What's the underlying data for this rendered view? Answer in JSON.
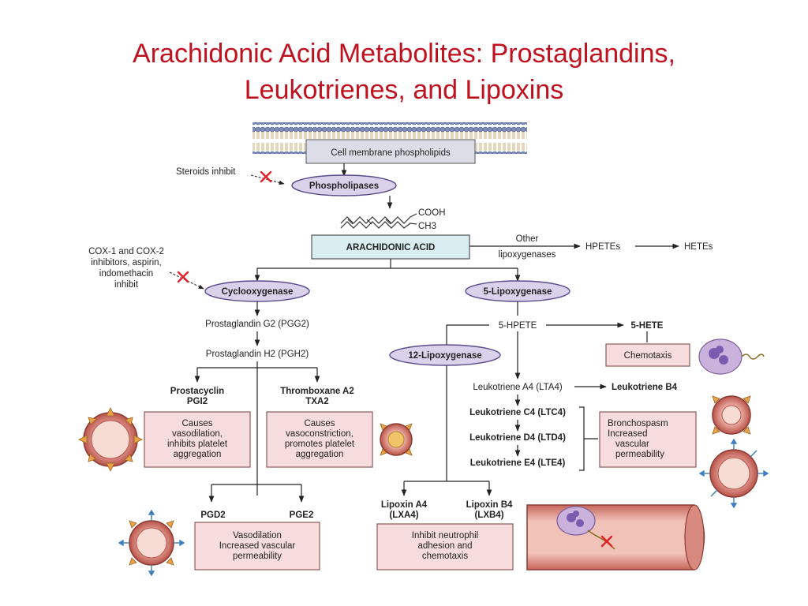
{
  "title": {
    "line1": "Arachidonic Acid Metabolites: Prostaglandins,",
    "line2": "Leukotrienes, and Lipoxins"
  },
  "diagram": {
    "membrane": "Cell membrane phospholipids",
    "steroids_inhibit": "Steroids inhibit",
    "phospholipases": "Phospholipases",
    "cooh": "COOH",
    "ch3": "CH3",
    "arachidonic_acid": "ARACHIDONIC ACID",
    "other": "Other",
    "lipoxygenases": "lipoxygenases",
    "hpetes": "HPETEs",
    "hetes": "HETEs",
    "cox_inhibit": [
      "COX-1 and COX-2",
      "inhibitors, aspirin,",
      "indomethacin",
      "inhibit"
    ],
    "cyclooxygenase": "Cyclooxygenase",
    "lipoxygenase5": "5-Lipoxygenase",
    "pgg2": "Prostaglandin G2 (PGG2)",
    "pgh2": "Prostaglandin H2 (PGH2)",
    "hpete5": "5-HPETE",
    "hete5": "5-HETE",
    "lipoxygenase12": "12-Lipoxygenase",
    "chemotaxis": "Chemotaxis",
    "lta4": "Leukotriene A4 (LTA4)",
    "ltb4": "Leukotriene B4",
    "ltc4": "Leukotriene C4 (LTC4)",
    "ltd4": "Leukotriene D4 (LTD4)",
    "lte4": "Leukotriene E4 (LTE4)",
    "prostacyclin": [
      "Prostacyclin",
      "PGI2"
    ],
    "thromboxane": [
      "Thromboxane A2",
      "TXA2"
    ],
    "pgi2_effect": [
      "Causes",
      "vasodilation,",
      "inhibits platelet",
      "aggregation"
    ],
    "txa2_effect": [
      "Causes",
      "vasoconstriction,",
      "promotes platelet",
      "aggregation"
    ],
    "broncho": [
      "Bronchospasm",
      "Increased",
      "vascular",
      "permeability"
    ],
    "pgd2": "PGD2",
    "pge2": "PGE2",
    "pg_effect": [
      "Vasodilation",
      "Increased vascular",
      "permeability"
    ],
    "lxa4": [
      "Lipoxin A4",
      "(LXA4)"
    ],
    "lxb4": [
      "Lipoxin B4",
      "(LXB4)"
    ],
    "lx_effect": [
      "Inhibit neutrophil",
      "adhesion and",
      "chemotaxis"
    ]
  },
  "colors": {
    "title": "#c0111f",
    "enzyme_fill": "#d9d2ea",
    "enzyme_stroke": "#5a4d8a",
    "effect_fill": "#f6dcdc",
    "effect_stroke": "#8a5a5a",
    "aa_fill": "#d8eef0",
    "inhibit_x": "#e0222a"
  }
}
